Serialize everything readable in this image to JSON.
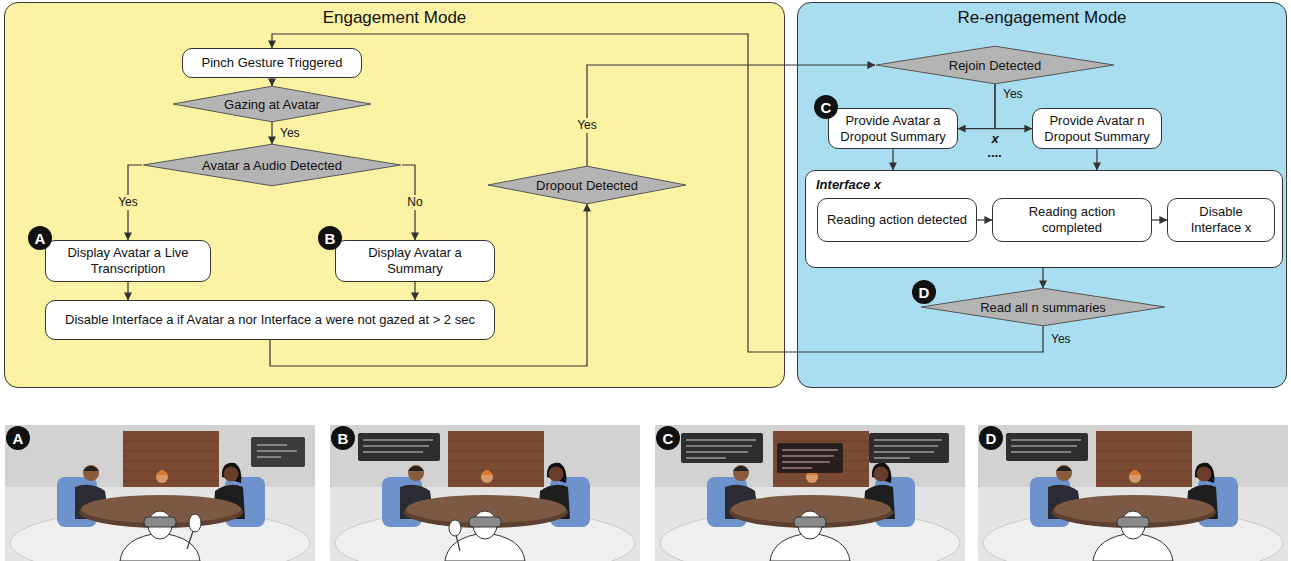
{
  "diagram": {
    "nodes": [
      {
        "text": [
          "Engagement Mode"
        ]
      },
      {
        "text": [
          "Re-engagement Mode"
        ]
      },
      {
        "text": [
          "Pinch Gesture Triggered"
        ],
        "in": 0
      },
      {
        "text": [
          "Gazing at Avatar"
        ],
        "in": 0
      },
      {
        "text": [
          "Avatar a Audio Detected"
        ],
        "in": 0
      },
      {
        "text": [
          "Display Avatar a Live Transcription"
        ],
        "in": 0
      },
      {
        "text": [
          "Display Avatar a Summary"
        ],
        "in": 0
      },
      {
        "text": [
          "Disable Interface a if Avatar a nor Interface a were not gazed at > 2 sec"
        ],
        "in": 0
      },
      {
        "text": [
          "Dropout Detected"
        ],
        "in": 0
      },
      {
        "text": [
          "Rejoin Detected"
        ],
        "in": 1
      },
      {
        "text": [
          "Provide Avatar a Dropout Summary"
        ],
        "in": 1
      },
      {
        "text": [
          "Provide Avatar n Dropout Summary"
        ],
        "in": 1
      },
      {
        "text": [
          "Interface x"
        ],
        "in": 1
      },
      {
        "text": [
          "Reading action detected"
        ],
        "in": 12
      },
      {
        "text": [
          "Reading action completed"
        ],
        "in": 12
      },
      {
        "text": [
          "Disable Interface x"
        ],
        "in": 12
      },
      {
        "text": [
          "Read all n summaries"
        ],
        "in": 1
      }
    ],
    "edges": [
      {
        "from": 2,
        "to": 3,
        "arrow": "to"
      },
      {
        "from": 3,
        "to": 4,
        "label": "Yes",
        "arrow": "to"
      },
      {
        "from": 4,
        "to": 5,
        "label": "Yes",
        "arrow": "to"
      },
      {
        "from": 4,
        "to": 6,
        "label": "No",
        "arrow": "to"
      },
      {
        "from": 5,
        "to": 7,
        "arrow": "to"
      },
      {
        "from": 6,
        "to": 7,
        "arrow": "to"
      },
      {
        "from": 7,
        "to": 8,
        "arrow": "to"
      },
      {
        "from": 8,
        "to": 9,
        "label": "Yes",
        "arrow": "to"
      },
      {
        "from": 9,
        "to": 10,
        "label": "Yes",
        "arrow": "to"
      },
      {
        "from": 9,
        "to": 11,
        "arrow": "to"
      },
      {
        "from": 10,
        "to": 12,
        "arrow": "to"
      },
      {
        "from": 11,
        "to": 12,
        "arrow": "to"
      },
      {
        "from": 13,
        "to": 14,
        "arrow": "to"
      },
      {
        "from": 14,
        "to": 15,
        "arrow": "to"
      },
      {
        "from": 12,
        "to": 16,
        "arrow": "to"
      },
      {
        "from": 16,
        "to": 2,
        "label": "Yes",
        "arrow": "to"
      }
    ],
    "labels": [
      "A",
      "B",
      "C",
      "D",
      "x",
      "....",
      "A",
      "B",
      "C",
      "D"
    ]
  }
}
